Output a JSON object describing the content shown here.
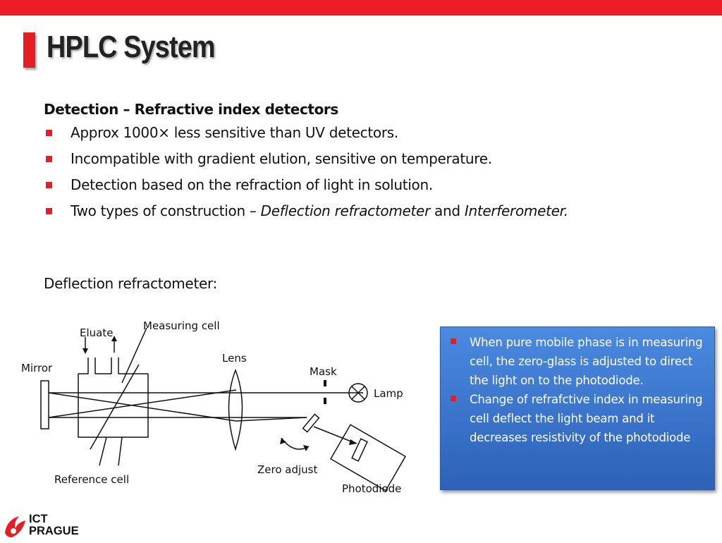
{
  "slide": {
    "title": "HPLC System",
    "heading": "Detection – Refractive index detectors",
    "bullets": [
      {
        "text": "Approx 1000× less sensitive than UV detectors."
      },
      {
        "text": "Incompatible with gradient elution, sensitive on temperature."
      },
      {
        "text": "Detection based on the refraction of light in solution."
      },
      {
        "prefix": "Two types of construction – ",
        "italic1": "Deflection refractometer",
        "middle": " and ",
        "italic2": "Interferometer."
      }
    ],
    "subheading": "Deflection refractometer:"
  },
  "diagram": {
    "labels": {
      "eluate": "Eluate",
      "measuring_cell": "Measuring cell",
      "mirror": "Mirror",
      "lens": "Lens",
      "mask": "Mask",
      "lamp": "Lamp",
      "reference_cell": "Reference cell",
      "zero_adjust": "Zero adjust",
      "photodiode": "Photodiode"
    }
  },
  "infobox": {
    "items": [
      "When pure mobile phase is in measuring cell, the zero-glass is adjusted to direct the light on to the photodiode.",
      "Change of refrafctive index in measuring cell deflect the light beam and it decreases resistivity of the photodiode"
    ]
  },
  "logo": {
    "line1": "ICT",
    "line2": "PRAGUE",
    "color": "#e31e24"
  },
  "colors": {
    "accent": "#ee1c25",
    "box_blue": "#3a76d0"
  }
}
